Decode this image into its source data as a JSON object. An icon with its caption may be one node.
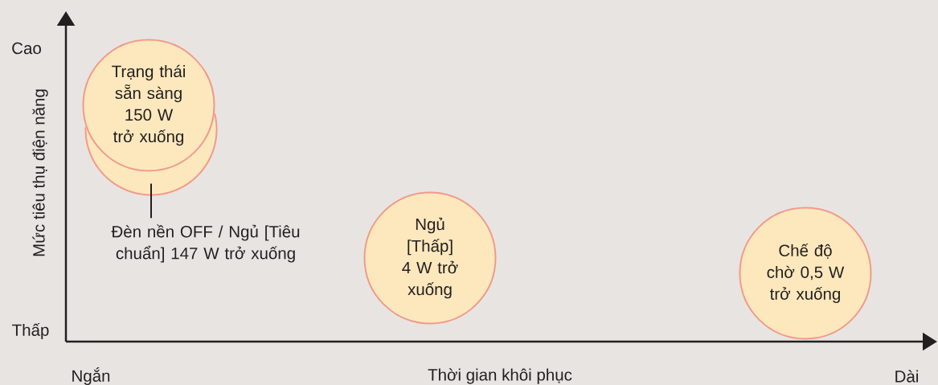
{
  "diagram": {
    "nodes": [
      {
        "text": [
          "Trạng thái sẵn sàng 150 W trở xuống"
        ]
      },
      {
        "text": [],
        "shape": "circle"
      },
      {
        "text": [
          "Đèn nền OFF / Ngủ [Tiêu chuẩn] 147 W trở xuống"
        ]
      },
      {
        "text": [
          "Ngủ [Thấp] 4 W trở xuống"
        ]
      },
      {
        "text": [
          "Chế độ chờ 0,5 W trở xuống"
        ]
      }
    ],
    "edges": [
      {
        "from": 2,
        "to": 1,
        "arrow": "none"
      }
    ],
    "labels": [
      "Cao",
      "Mức tiêu thụ điện năng",
      "Thấp",
      "Ngắn",
      "Thời gian khôi phục",
      "Dài"
    ]
  }
}
